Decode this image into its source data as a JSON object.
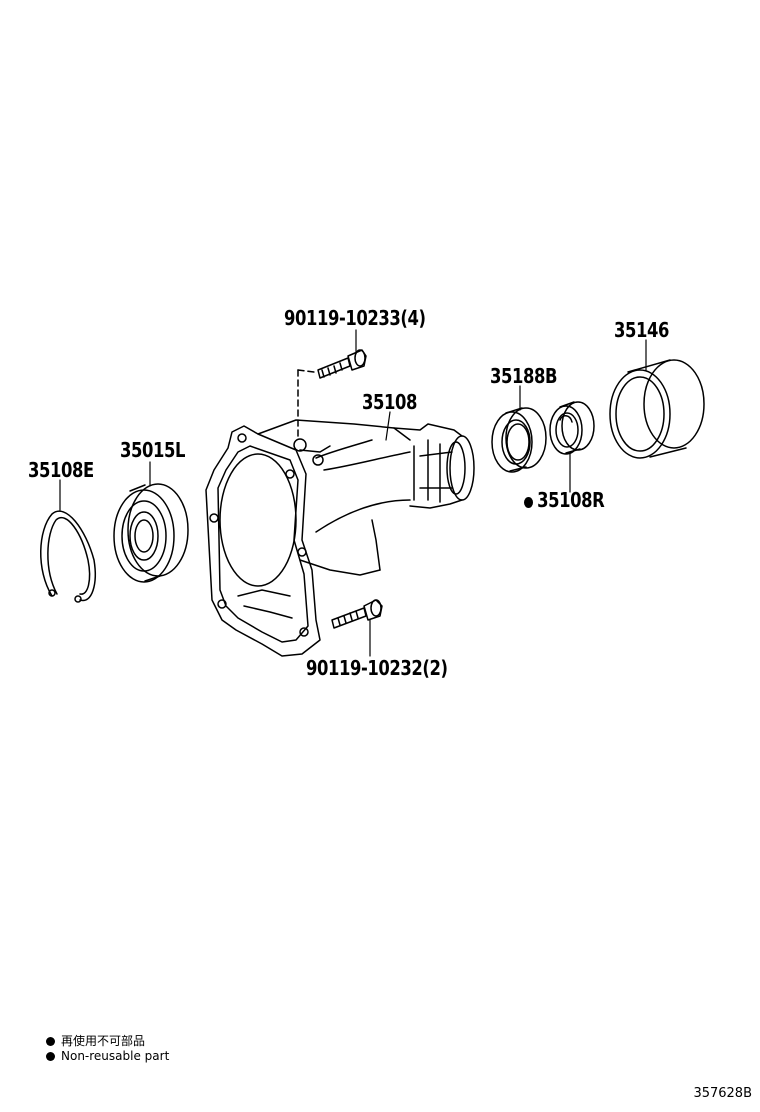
{
  "parts": {
    "bolt_top": "90119-10233(4)",
    "cover": "35146",
    "seal": "35188B",
    "housing": "35108",
    "bearing": "35015L",
    "snap_ring": "35108E",
    "bushing": "35108R",
    "bolt_bottom": "90119-10232(2)"
  },
  "legend": {
    "line_jp": "再使用不可部品",
    "line_en": "Non-reusable part"
  },
  "figure_id": "357628B",
  "colors": {
    "ink": "#000000",
    "paper": "#ffffff"
  }
}
